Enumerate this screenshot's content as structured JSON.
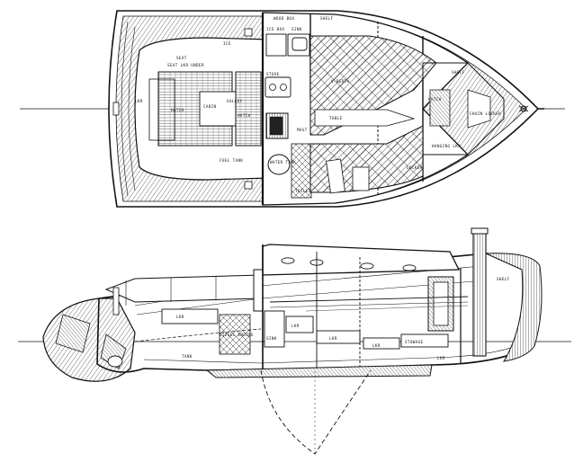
{
  "colors": {
    "ink": "#111111",
    "paper": "#ffffff",
    "hatch": "#2a2a2a",
    "grey": "#9a9a9a"
  },
  "plan": {
    "labels": {
      "hatch_cockpit": "HATCH",
      "chain_locker": "CHAIN LOCKER",
      "fwd_hatch": "HATCH",
      "seat_lockers": "SEAT LKR UNDER",
      "fuel": "FUEL TANK",
      "cabin": "CABIN",
      "ice": "ICE",
      "sink": "SINK",
      "galley": "GALLEY",
      "stove": "STOVE",
      "water": "WATER TANK",
      "vberth": "V-BERTH",
      "shelf": "SHELF",
      "shelf_2": "SHELF",
      "toilet": "TOILET",
      "hanging_locker": "HANGING LKR",
      "lockers": "LOCKER",
      "wood_box": "WOOD BOX",
      "ice_box": "ICE BOX",
      "table": "TABLE",
      "mast": "MAST",
      "hatch_2": "HATCH",
      "seat": "SEAT",
      "lkr": "LKR"
    }
  },
  "profile": {
    "labels": {
      "lkr1": "LKR",
      "lkr2": "LKR",
      "lkr3": "LKR",
      "lkr4": "LKR",
      "engine": "DIESEL ENGINE",
      "shelf": "SHELF",
      "stowage": "STOWAGE",
      "sink": "SINK",
      "lkr5": "LKR",
      "tank": "TANK"
    }
  }
}
